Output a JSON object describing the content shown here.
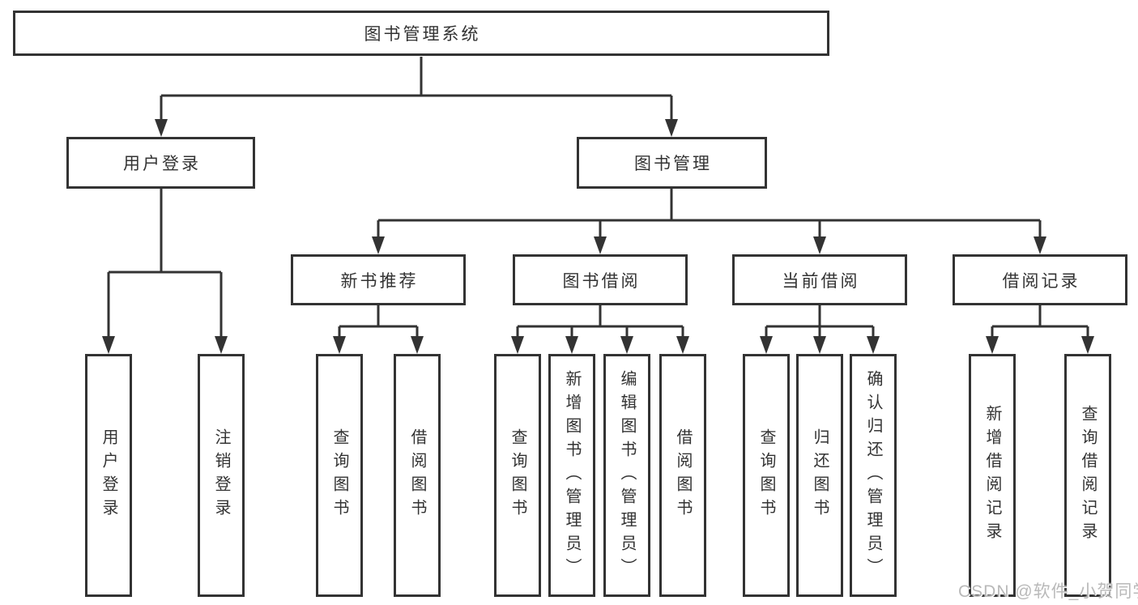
{
  "colors": {
    "background": "#ffffff",
    "line": "#333333",
    "box_border": "#333333",
    "box_background": "#ffffff",
    "text": "#333333",
    "watermark": "#b9b9b9"
  },
  "diagram": {
    "type": "hierarchy-tree",
    "title": "图书管理系统",
    "branches": [
      {
        "label": "用户登录",
        "children": [
          {
            "label": "用户登录"
          },
          {
            "label": "注销登录"
          }
        ]
      },
      {
        "label": "图书管理",
        "children": [
          {
            "label": "新书推荐",
            "children": [
              {
                "label": "查询图书"
              },
              {
                "label": "借阅图书"
              }
            ]
          },
          {
            "label": "图书借阅",
            "children": [
              {
                "label": "查询图书"
              },
              {
                "label": "新增图书（管理员）"
              },
              {
                "label": "编辑图书（管理员）"
              },
              {
                "label": "借阅图书"
              }
            ]
          },
          {
            "label": "当前借阅",
            "children": [
              {
                "label": "查询图书"
              },
              {
                "label": "归还图书"
              },
              {
                "label": "确认归还（管理员）"
              }
            ]
          },
          {
            "label": "借阅记录",
            "children": [
              {
                "label": "新增借阅记录"
              },
              {
                "label": "查询借阅记录"
              }
            ]
          }
        ]
      }
    ]
  },
  "watermark": {
    "text": "CSDN @软件_小贺同学"
  }
}
